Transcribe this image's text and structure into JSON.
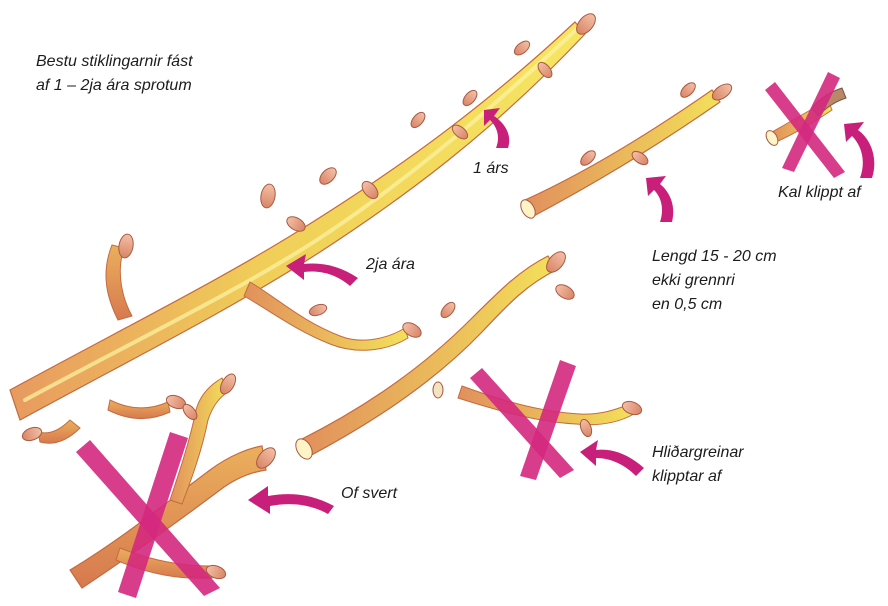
{
  "labels": {
    "intro_line1": "Bestu stiklingarnir fást",
    "intro_line2": "af 1 – 2ja ára sprotum",
    "one_year": "1 árs",
    "two_year": "2ja ára",
    "frost_cut": "Kal klippt af",
    "length_line1": "Lengd 15 - 20 cm",
    "length_line2": "ekki grennri",
    "length_line3": "en 0,5 cm",
    "side_branches_line1": "Hliðargreinar",
    "side_branches_line2": "klipptar af",
    "too_thick": "Of svert"
  },
  "colors": {
    "young_wood": "#f3e25a",
    "old_wood": "#db8458",
    "bud": "#d9826a",
    "cross_mark": "#d4287e",
    "arrow": "#c8207a",
    "text": "#1c1c1c"
  },
  "icons": [
    "arrow-icon",
    "cross-out-icon",
    "cut-end-icon",
    "bud-icon"
  ]
}
